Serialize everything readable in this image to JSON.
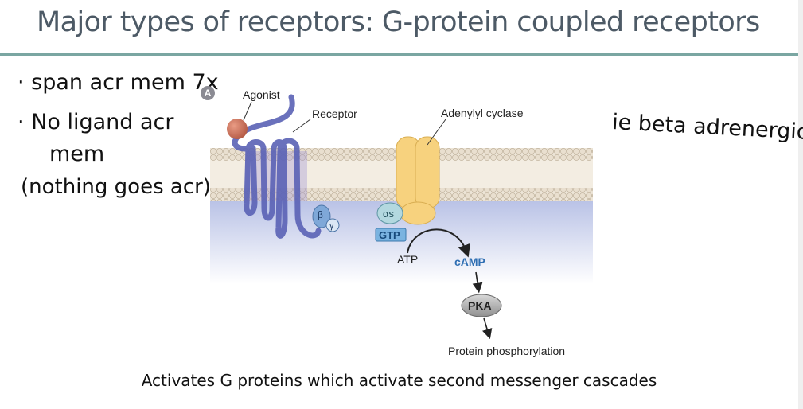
{
  "slide": {
    "title": "Major types of receptors: G-protein coupled receptors",
    "caption": "Activates G proteins which activate second messenger cascades"
  },
  "handwriting": {
    "line1": "· span acr mem 7x",
    "line2": "· No ligand acr",
    "line3": "mem",
    "line4": "(nothing goes acr)",
    "right_note": "ie beta adrenergic",
    "badge": "A"
  },
  "figure": {
    "agonist": "Agonist",
    "receptor": "Receptor",
    "adenylyl_cyclase": "Adenylyl cyclase",
    "beta": "β",
    "gamma": "γ",
    "alpha_s": "αs",
    "gtp": "GTP",
    "atp": "ATP",
    "camp": "cAMP",
    "pka": "PKA",
    "protein_phos": "Protein phosphorylation"
  },
  "colors": {
    "title": "#4d5a66",
    "rule": "#7aa6a2",
    "membrane": "#e7dccb",
    "receptor": "#5a62b5",
    "cyclase": "#f7d27e",
    "camp": "#2f6fb3"
  }
}
